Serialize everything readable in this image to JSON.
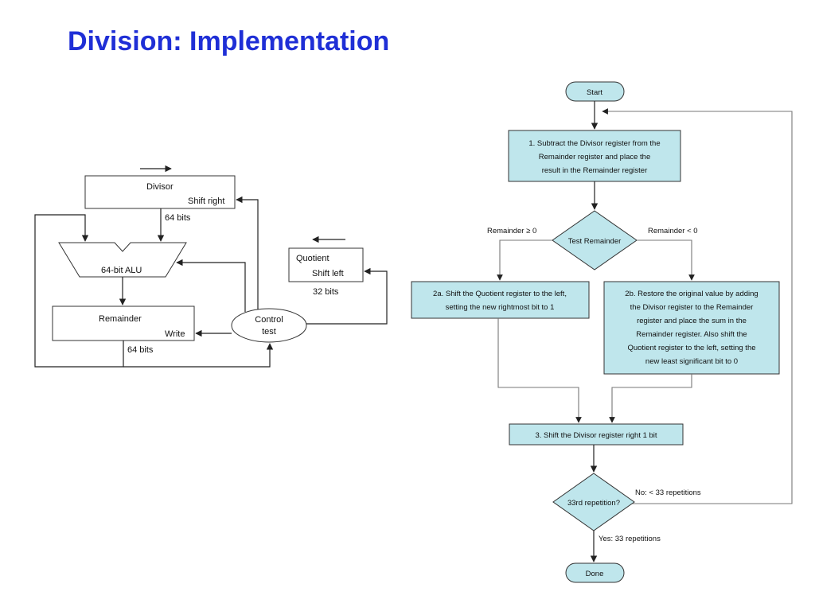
{
  "title": "Division:  Implementation",
  "hardware": {
    "divisor": {
      "label": "Divisor",
      "op": "Shift right",
      "width": "64 bits"
    },
    "alu": {
      "label": "64-bit ALU"
    },
    "remainder": {
      "label": "Remainder",
      "op": "Write",
      "width": "64 bits"
    },
    "quotient": {
      "label": "Quotient",
      "op": "Shift left",
      "width": "32 bits"
    },
    "control": {
      "line1": "Control",
      "line2": "test"
    }
  },
  "flowchart": {
    "start": "Start",
    "step1": [
      "1.  Subtract the Divisor register from the",
      "Remainder register and place the",
      "result in the Remainder register"
    ],
    "test": "Test Remainder",
    "branch_left": "Remainder ≥ 0",
    "branch_right": "Remainder < 0",
    "step2a": [
      "2a.  Shift the Quotient register to the left,",
      "setting the new rightmost bit to 1"
    ],
    "step2b": [
      "2b.  Restore the original value by adding",
      "the Divisor register to the Remainder",
      "register and place the sum in the",
      "Remainder register. Also shift the",
      "Quotient register to the left, setting the",
      "new least significant bit to 0"
    ],
    "step3": "3.  Shift the Divisor register right 1 bit",
    "decision": "33rd repetition?",
    "no_label": "No:  < 33 repetitions",
    "yes_label": "Yes:  33 repetitions",
    "done": "Done"
  }
}
